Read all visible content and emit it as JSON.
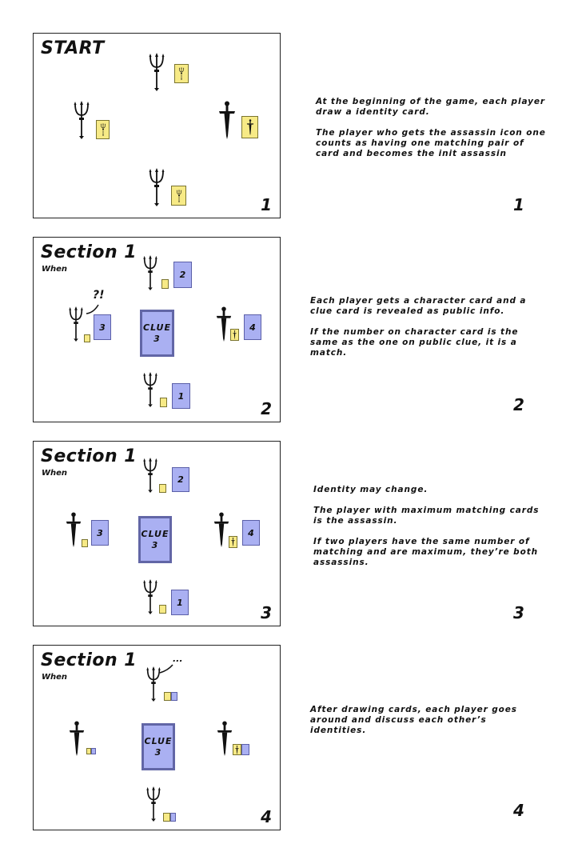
{
  "panels": [
    {
      "title": "START",
      "subtitle": "",
      "number": "1",
      "text": [
        "At the beginning of the game, each player draw a identity card.",
        "The player who gets the assassin icon one counts as having one matching pair of card and becomes the init assassin"
      ]
    },
    {
      "title": "Section 1",
      "subtitle": "When",
      "number": "2",
      "bubble": "?!",
      "text": [
        "Each player gets a character card and  a clue card is revealed as public info.",
        "If the number on character card is the same as the one on public clue, it is a match."
      ]
    },
    {
      "title": "Section 1",
      "subtitle": "When",
      "number": "3",
      "text": [
        "Identity may change.",
        "The player with maximum matching cards is the assassin.",
        "If two players have the same number of matching and are maximum, they’re both assassins."
      ]
    },
    {
      "title": "Section 1",
      "subtitle": "When",
      "number": "4",
      "bubble": "...",
      "text": [
        "After drawing cards, each player goes around and discuss each other’s identities."
      ]
    }
  ],
  "cards": {
    "top": "2",
    "left": "3",
    "right": "4",
    "bottom": "1",
    "clue_label": "CLUE",
    "clue_value": "3"
  },
  "icons": {
    "trident": "trident-icon",
    "dagger": "dagger-icon"
  },
  "colors": {
    "identity_card": "#f7ea86",
    "character_card": "#aab0f2",
    "clue_border": "#6266a6"
  }
}
